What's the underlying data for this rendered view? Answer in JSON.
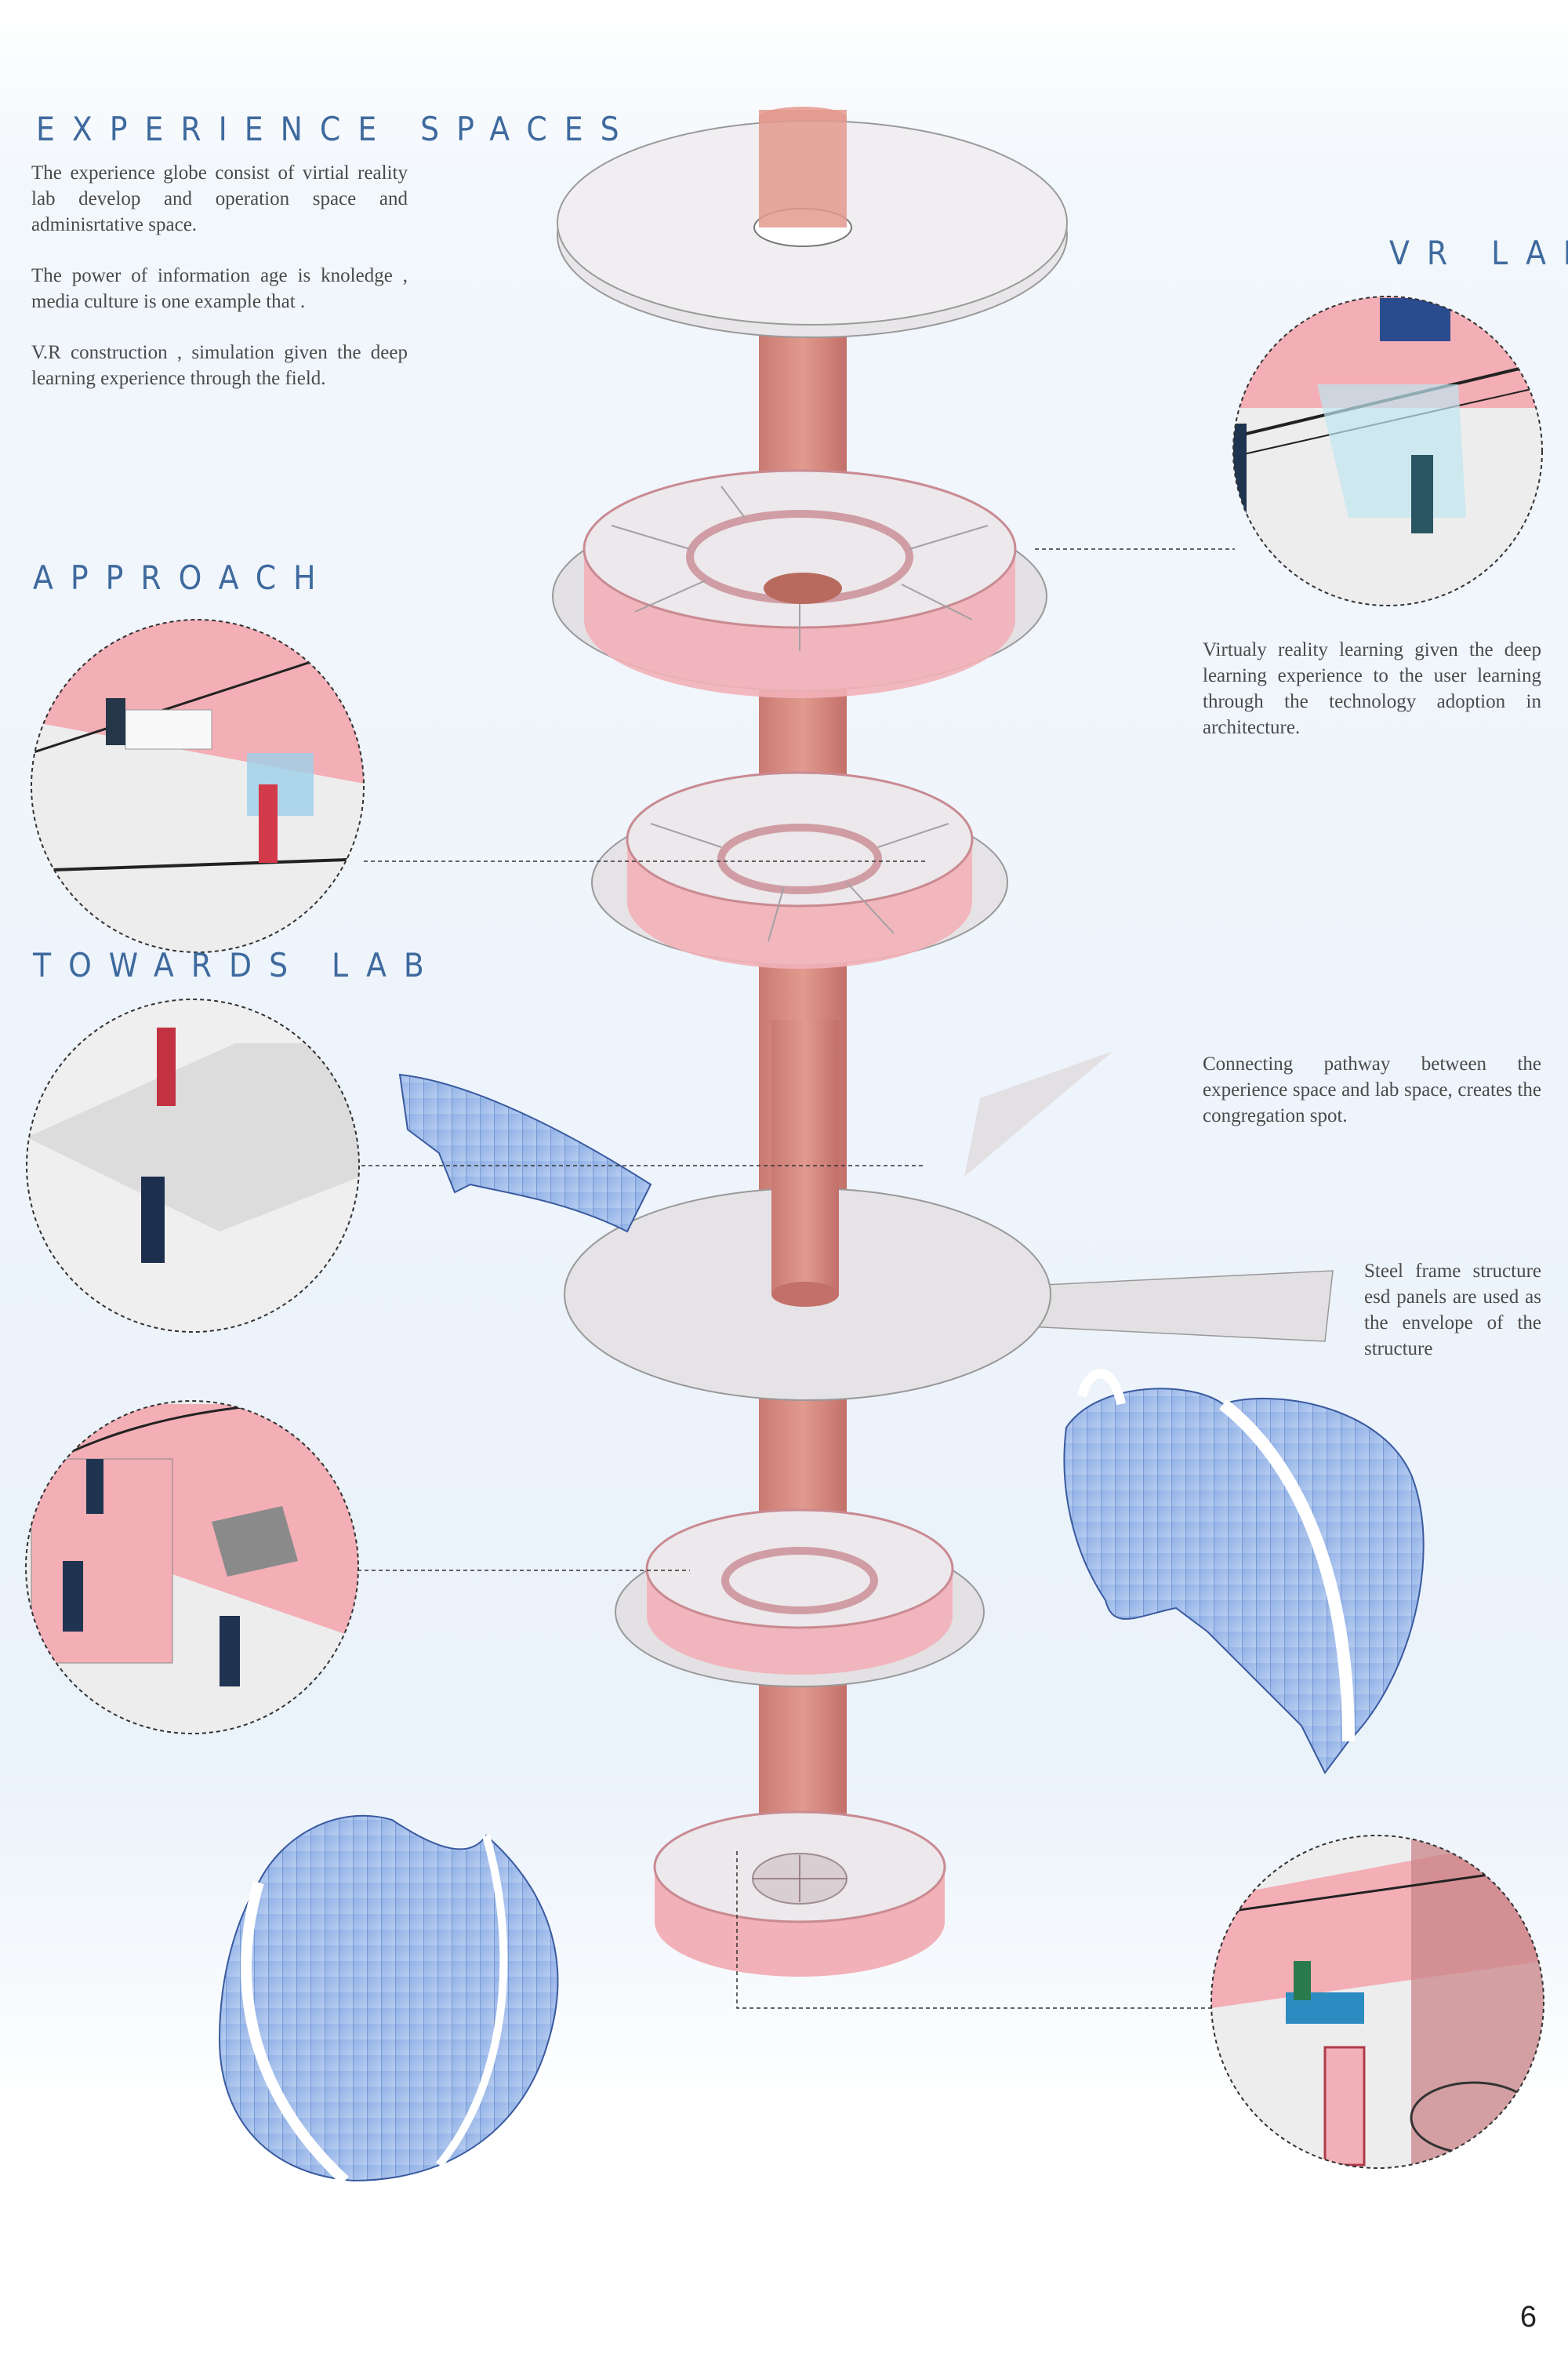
{
  "headings": {
    "experience_spaces": "EXPERIENCE SPACES",
    "vr_labs": "VR LABS",
    "approach": "APPROACH",
    "towards_lab": "TOWARDS LAB"
  },
  "paragraphs": {
    "intro_1": "The experience globe consist of virtial reality lab develop and operation space and adminisrtative space.",
    "intro_2": "The power of information age is knoledge , media culture is one example that .",
    "intro_3": "V.R construction , simulation given the deep learning experience through the field.",
    "vr_labs": "Virtualy reality learning given the deep learning experience to the user learning through the technology adoption in architecture.",
    "pathway": "Connecting pathway between the experience space and lab space, creates the congregation spot.",
    "structure": "Steel frame structure esd panels are used as the envelope of the structure"
  },
  "page_number": "6",
  "colors": {
    "heading": "#3f6a9e",
    "wall_pink": "#f1a7b0",
    "floor_grey": "#e6e3e6",
    "core": "#d7877d",
    "shell_blue": "#9cb8e6"
  }
}
